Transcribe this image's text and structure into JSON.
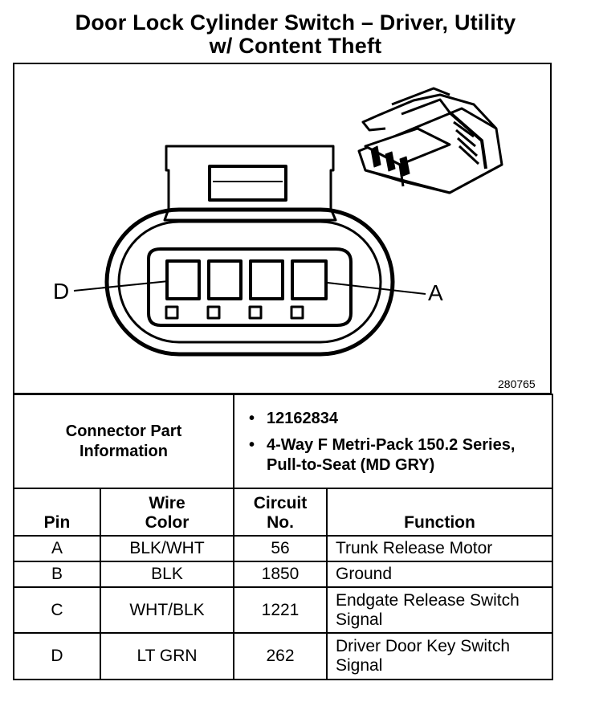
{
  "title": {
    "line1": "Door Lock Cylinder Switch – Driver, Utility",
    "line2": "w/ Content Theft"
  },
  "figure": {
    "label_left": "D",
    "label_right": "A",
    "figure_number": "280765"
  },
  "connector_info": {
    "label": "Connector Part Information",
    "items": [
      "12162834",
      "4-Way F Metri-Pack 150.2 Series, Pull-to-Seat (MD GRY)"
    ]
  },
  "table": {
    "headers": {
      "pin": "Pin",
      "wire_color": "Wire Color",
      "circuit_no": "Circuit No.",
      "function": "Function"
    },
    "rows": [
      {
        "pin": "A",
        "wire_color": "BLK/WHT",
        "circuit_no": "56",
        "function": "Trunk Release Motor"
      },
      {
        "pin": "B",
        "wire_color": "BLK",
        "circuit_no": "1850",
        "function": "Ground"
      },
      {
        "pin": "C",
        "wire_color": "WHT/BLK",
        "circuit_no": "1221",
        "function": "Endgate Release Switch Signal"
      },
      {
        "pin": "D",
        "wire_color": "LT GRN",
        "circuit_no": "262",
        "function": "Driver Door Key Switch Signal"
      }
    ]
  }
}
